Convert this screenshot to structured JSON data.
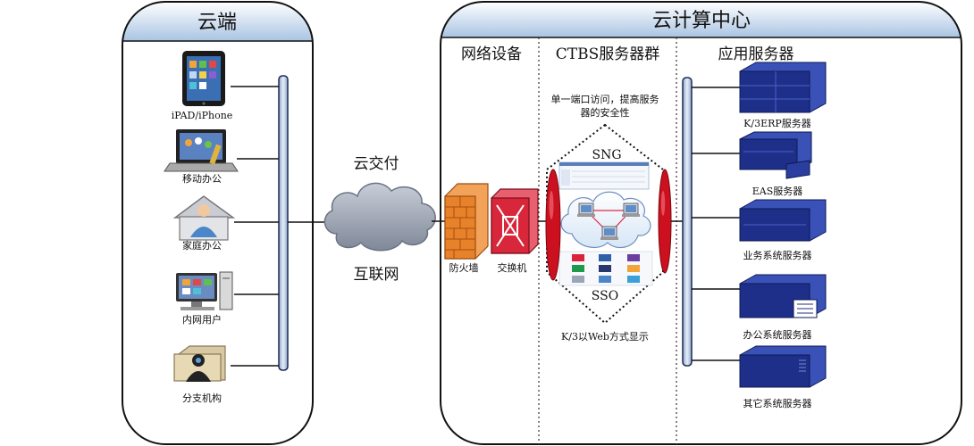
{
  "cloud_side": {
    "title": "云端",
    "clients": [
      {
        "label": "iPAD/iPhone",
        "icon": "tablet-icon"
      },
      {
        "label": "移动办公",
        "icon": "laptop-icon"
      },
      {
        "label": "家庭办公",
        "icon": "home-user-icon"
      },
      {
        "label": "内网用户",
        "icon": "desktop-computer-icon"
      },
      {
        "label": "分支机构",
        "icon": "branch-office-icon"
      }
    ]
  },
  "delivery": {
    "top_label": "云交付",
    "cloud_label": "互联网"
  },
  "data_center": {
    "title": "云计算中心",
    "network": {
      "title": "网络设备",
      "firewall_label": "防火墙",
      "switch_label": "交换机"
    },
    "ctbs": {
      "title": "CTBS服务器群",
      "note": [
        "单一端口访问，提高服务",
        "器的安全性"
      ],
      "sng_label": "SNG",
      "sso_label": "SSO",
      "footer": "K/3以Web方式显示"
    },
    "app_servers": {
      "title": "应用服务器",
      "servers": [
        "K/3ERP服务器",
        "EAS服务器",
        "业务系统服务器",
        "办公系统服务器",
        "其它系统服务器"
      ]
    }
  },
  "colors": {
    "header_gradient_top": "#ffffff",
    "header_gradient_bottom": "#a9c4e3",
    "bus": "#b8c8e0",
    "server_blue": "#1e2f8a",
    "firewall": "#e8822a",
    "switch": "#d8263a",
    "shield_red": "#cc1020",
    "cloud_gray": "#8a94a6"
  }
}
